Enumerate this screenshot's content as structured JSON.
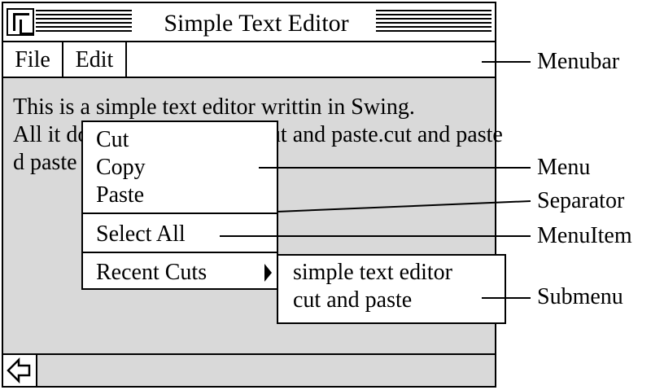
{
  "window": {
    "title": "Simple Text Editor"
  },
  "menubar": {
    "items": [
      "File",
      "Edit"
    ]
  },
  "content": {
    "lines": [
      "This is a simple text editor writtin in Swing.",
      "All it does is cut and paste.cut and paste.cut and paste",
      "d paste"
    ]
  },
  "popup_menu": {
    "items": [
      "Cut",
      "Copy",
      "Paste",
      "Select All",
      "Recent Cuts"
    ],
    "submenu_indicator_icon": "triangle-right-icon"
  },
  "submenu": {
    "items": [
      "simple text editor",
      "cut and paste"
    ]
  },
  "annotations": {
    "menubar": "Menubar",
    "menu": "Menu",
    "separator": "Separator",
    "menuitem": "MenuItem",
    "submenu": "Submenu"
  },
  "icons": {
    "close_box": "close-box-icon",
    "scroll_left": "arrow-left-icon"
  }
}
